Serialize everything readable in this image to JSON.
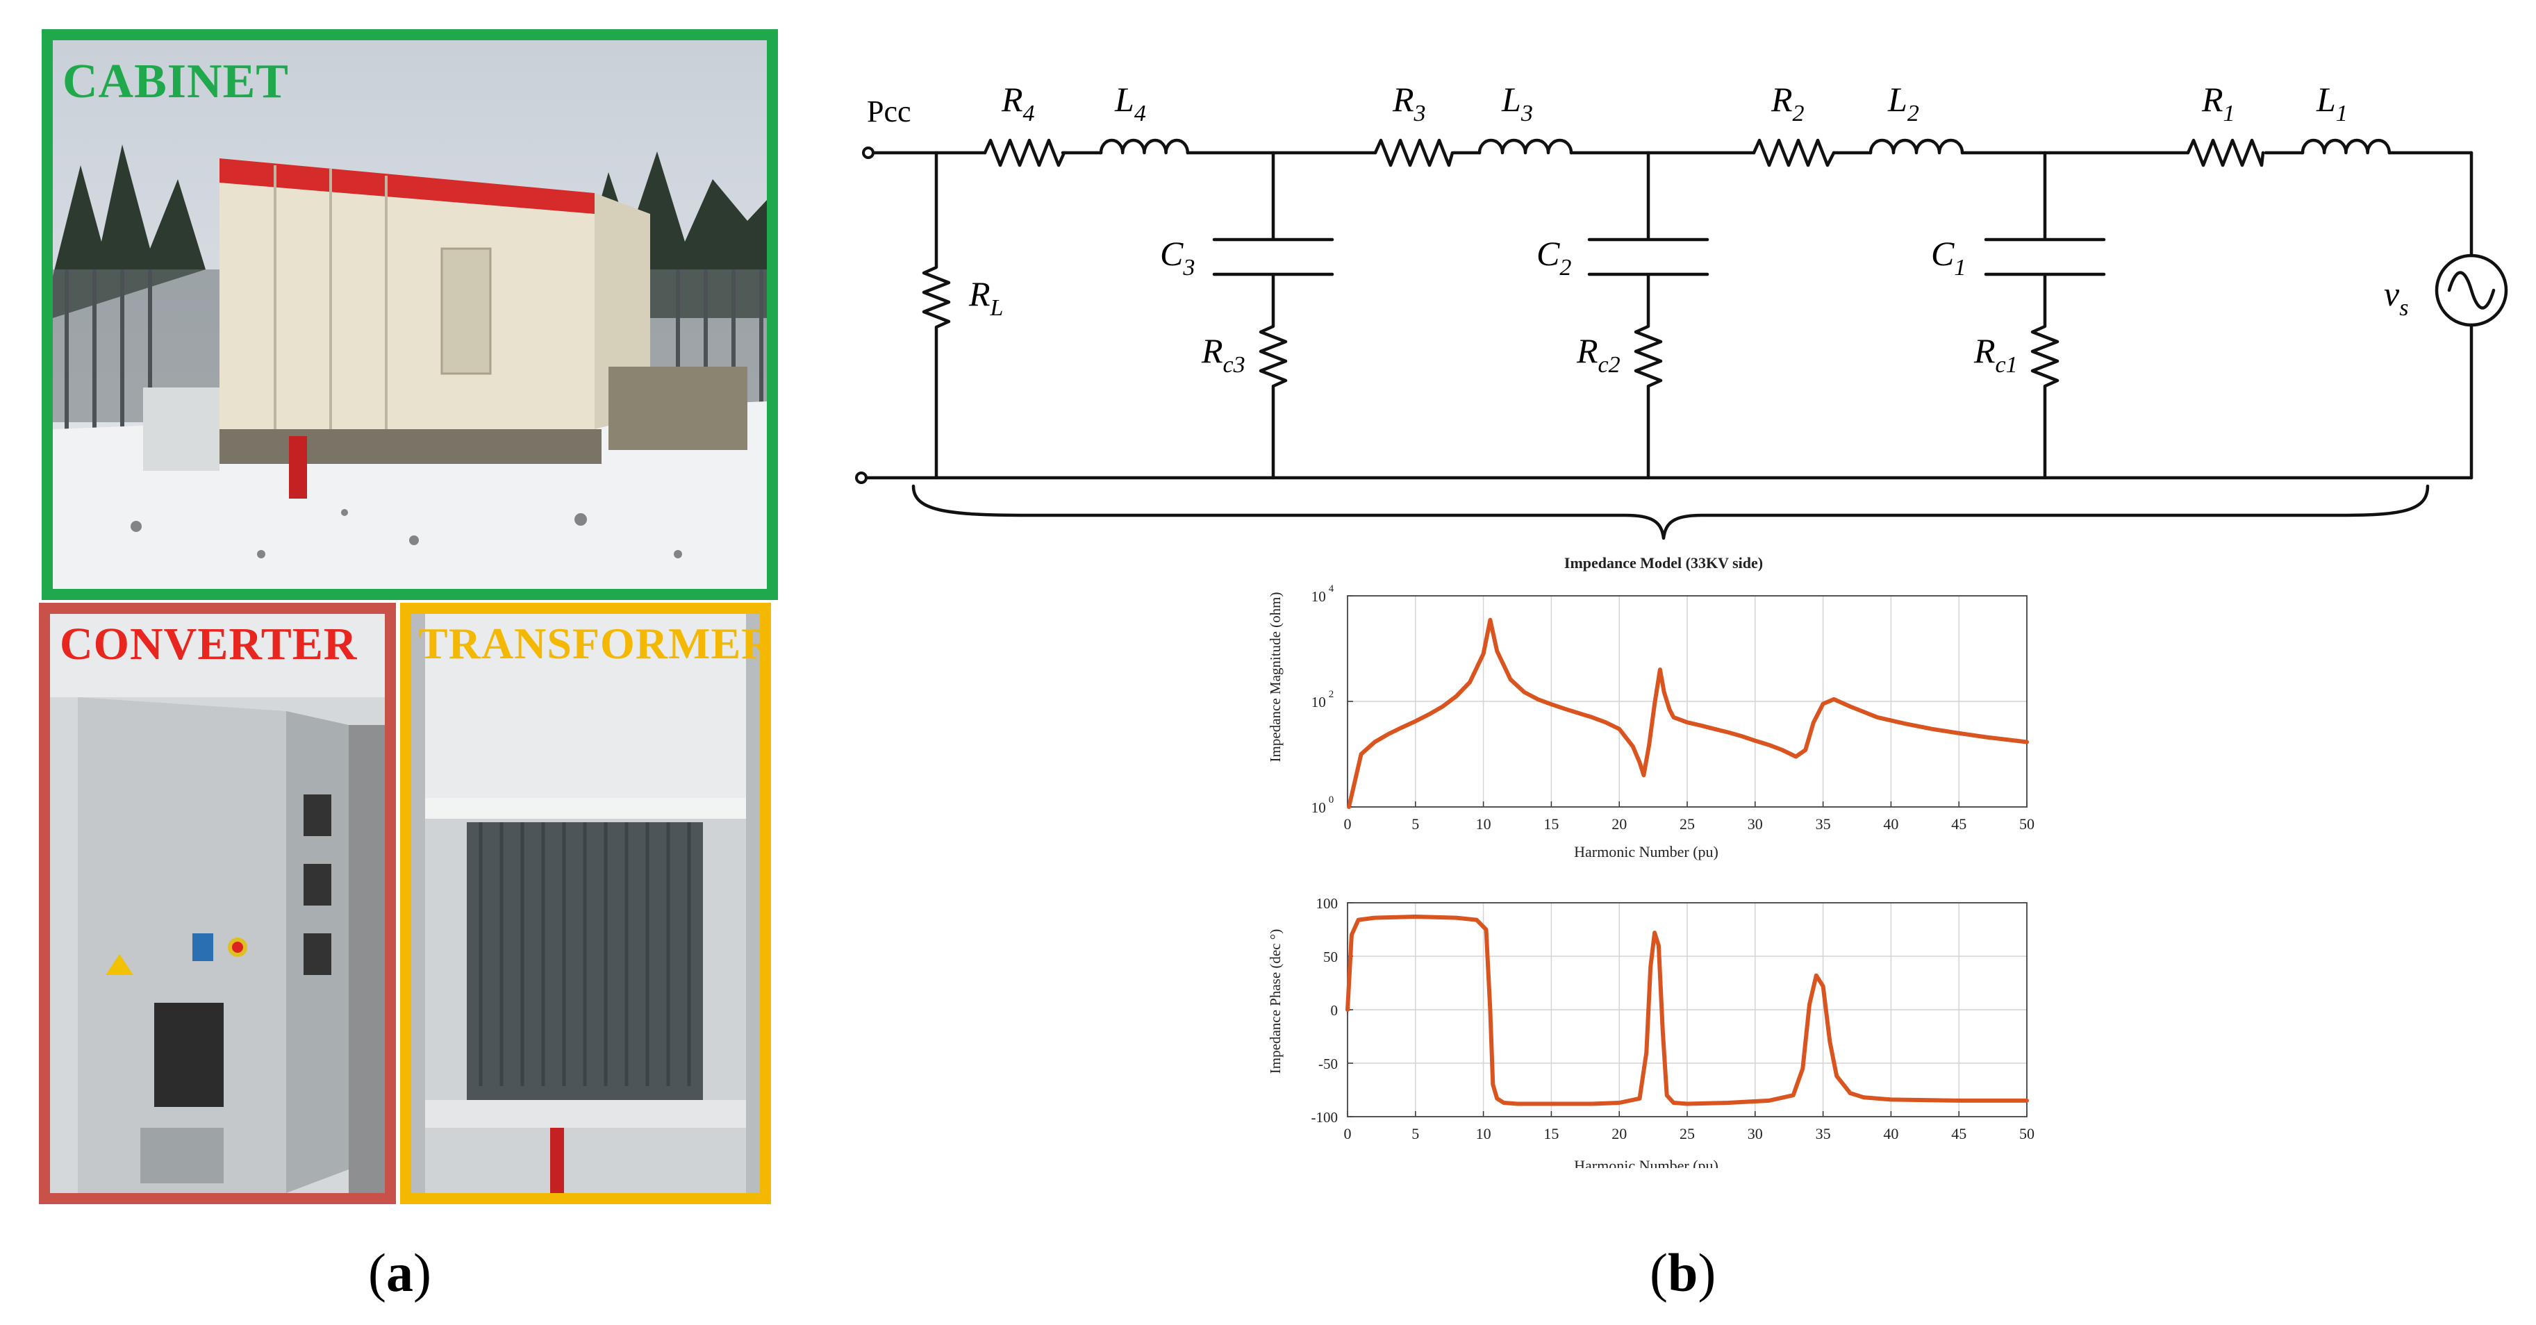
{
  "photos": {
    "cabinet_label": "CABINET",
    "converter_label": "CONVERTER",
    "transformer_label": "TRANSFORMER",
    "colors": {
      "cabinet": "#1fa84c",
      "converter": "#c8514a",
      "transformer": "#f5b800"
    }
  },
  "panels": {
    "a": "a",
    "b": "b"
  },
  "circuit": {
    "pcc_label": "Pcc",
    "labels": {
      "R4": [
        "R",
        "4"
      ],
      "L4": [
        "L",
        "4"
      ],
      "R3": [
        "R",
        "3"
      ],
      "L3": [
        "L",
        "3"
      ],
      "R2": [
        "R",
        "2"
      ],
      "L2": [
        "L",
        "2"
      ],
      "R1": [
        "R",
        "1"
      ],
      "L1": [
        "L",
        "1"
      ],
      "C3": [
        "C",
        "3"
      ],
      "C2": [
        "C",
        "2"
      ],
      "C1": [
        "C",
        "1"
      ],
      "Rc3": [
        "R",
        "c3"
      ],
      "Rc2": [
        "R",
        "c2"
      ],
      "Rc1": [
        "R",
        "c1"
      ],
      "RL": [
        "R",
        "L"
      ],
      "vs": [
        "v",
        "s"
      ]
    }
  },
  "chart_data": [
    {
      "type": "line",
      "title": "Impedance Model (33KV side)",
      "xlabel": "Harmonic Number (pu)",
      "ylabel": "Impedance Magnitude (ohm)",
      "yscale": "log",
      "xlim": [
        0,
        50
      ],
      "ylim": [
        1,
        10000
      ],
      "xticks": [
        "0",
        "5",
        "10",
        "15",
        "20",
        "25",
        "30",
        "35",
        "40",
        "45",
        "50"
      ],
      "yticks": [
        {
          "base": "10",
          "exp": "0"
        },
        {
          "base": "10",
          "exp": "2"
        },
        {
          "base": "10",
          "exp": "4"
        }
      ],
      "grid": true,
      "color": "#d9541e",
      "x": [
        0.1,
        1,
        2,
        3,
        4,
        5,
        6,
        7,
        8,
        9,
        10,
        10.5,
        11,
        12,
        13,
        14,
        15,
        16,
        17,
        18,
        19,
        20,
        21,
        21.5,
        21.8,
        22.2,
        22.6,
        23,
        23.3,
        23.7,
        24,
        25,
        26,
        27,
        28,
        29,
        30,
        31,
        32,
        33,
        33.7,
        34.3,
        35,
        35.8,
        37,
        39,
        41,
        43,
        45,
        47,
        50
      ],
      "y": [
        1,
        10,
        17,
        24,
        32,
        42,
        57,
        80,
        125,
        230,
        800,
        3500,
        900,
        260,
        150,
        110,
        88,
        72,
        60,
        50,
        40,
        30,
        14,
        7,
        4,
        15,
        90,
        400,
        150,
        70,
        50,
        40,
        35,
        30,
        26,
        22,
        18,
        15,
        12,
        9,
        12,
        40,
        90,
        110,
        80,
        50,
        38,
        30,
        25,
        21,
        17
      ]
    },
    {
      "type": "line",
      "xlabel": "Harmonic Number (pu)",
      "ylabel": "Impedance Phase (dec °)",
      "xlim": [
        0,
        50
      ],
      "ylim": [
        -100,
        100
      ],
      "xticks": [
        "0",
        "5",
        "10",
        "15",
        "20",
        "25",
        "30",
        "35",
        "40",
        "45",
        "50"
      ],
      "yticks": [
        "100",
        "50",
        "0",
        "-50",
        "-100"
      ],
      "grid": true,
      "color": "#d9541e",
      "x": [
        0,
        0.3,
        0.8,
        2,
        5,
        8,
        9.5,
        10.2,
        10.5,
        10.7,
        11,
        11.5,
        12.5,
        15,
        18,
        20,
        21.5,
        22,
        22.3,
        22.6,
        22.9,
        23.2,
        23.5,
        24,
        25,
        28,
        31,
        32.8,
        33.5,
        34,
        34.5,
        35,
        35.5,
        36,
        37,
        38,
        40,
        45,
        50
      ],
      "y": [
        0,
        70,
        84,
        86,
        87,
        86,
        84,
        75,
        0,
        -70,
        -83,
        -87,
        -88,
        -88,
        -88,
        -87,
        -83,
        -40,
        40,
        72,
        60,
        -20,
        -80,
        -87,
        -88,
        -87,
        -85,
        -80,
        -55,
        5,
        32,
        22,
        -30,
        -62,
        -78,
        -82,
        -84,
        -85,
        -85
      ]
    }
  ]
}
